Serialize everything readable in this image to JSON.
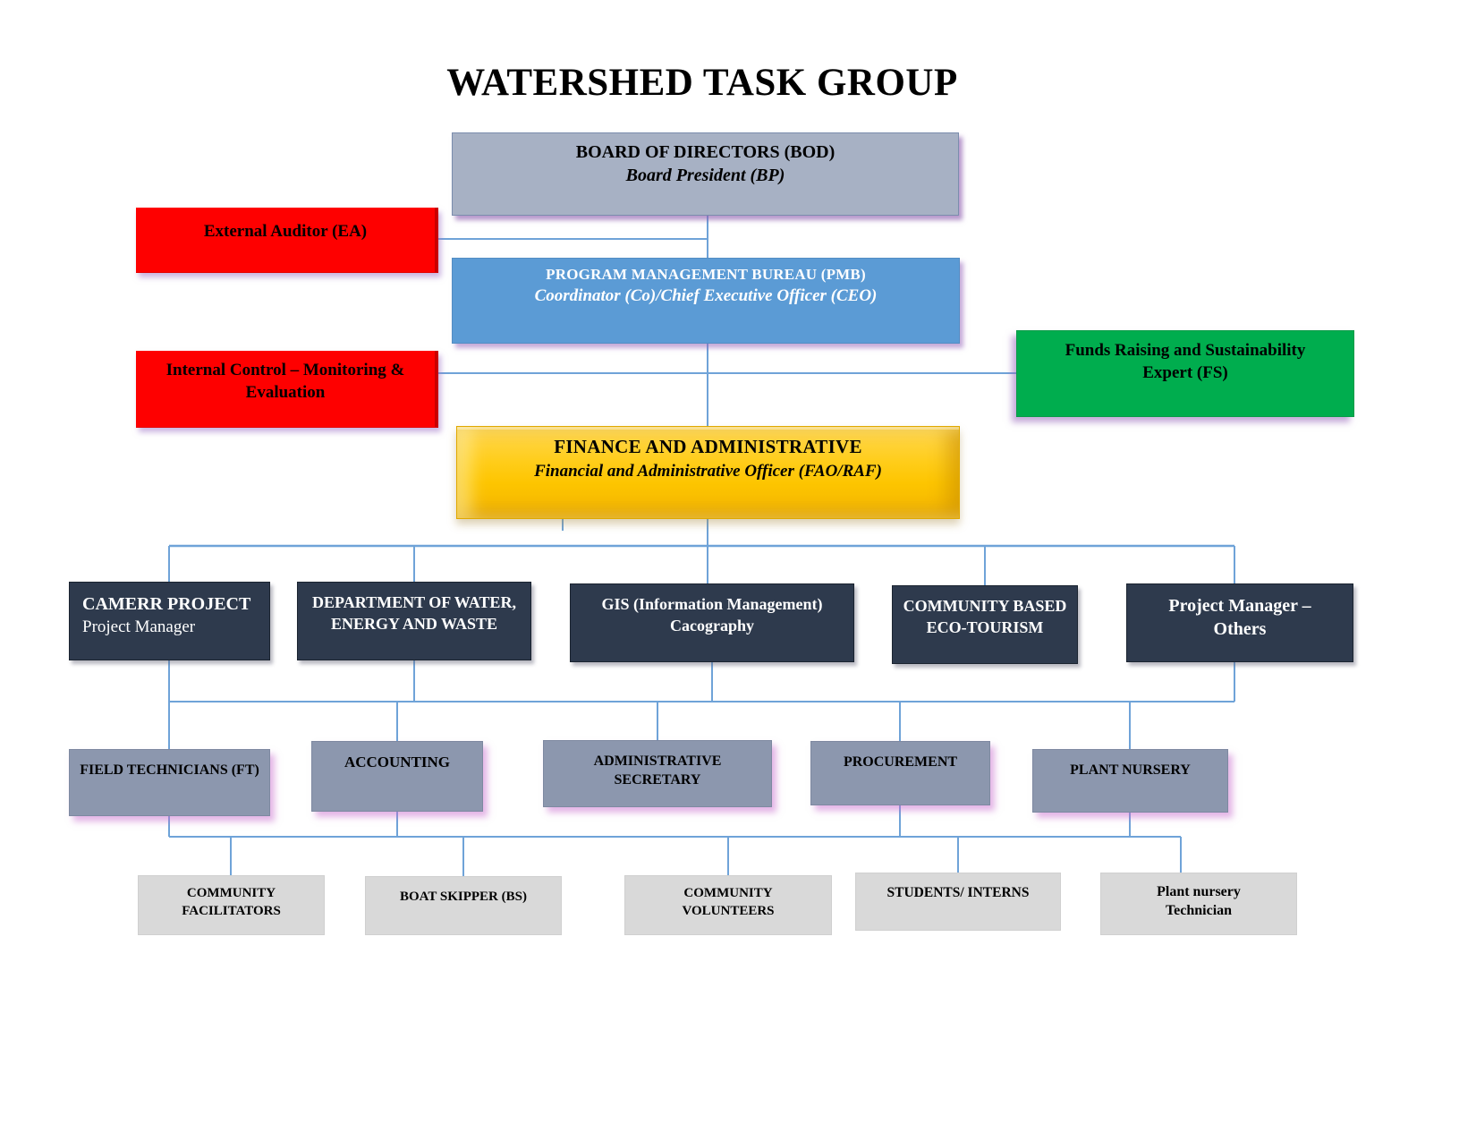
{
  "title": "WATERSHED TASK GROUP",
  "colors": {
    "connector": "#6fa3d8",
    "board_fill": "#a7b1c4",
    "red_fill": "#fe0000",
    "bureau_blue": "#5b9bd5",
    "funds_green": "#00ad4e",
    "finance_gold": "#fdc500",
    "department_navy": "#2e3a4d",
    "unit_slate": "#8c97ae",
    "staff_gray": "#d9d9d9",
    "shadow_purple": "#8f5faf"
  },
  "org": {
    "bod": {
      "line1": "BOARD OF DIRECTORS (BOD)",
      "line2": "Board President (BP)"
    },
    "ea": {
      "line1": "External Auditor (EA)"
    },
    "pmb": {
      "line1": "PROGRAM MANAGEMENT BUREAU (PMB)",
      "line2": "Coordinator (Co)/Chief Executive Officer (CEO)"
    },
    "ic": {
      "line1": "Internal Control – Monitoring &",
      "line2": "Evaluation"
    },
    "fs": {
      "line1": "Funds Raising and Sustainability",
      "line2": "Expert (FS)"
    },
    "fao": {
      "line1": "FINANCE AND ADMINISTRATIVE",
      "line2": "Financial and Administrative Officer (FAO/RAF)"
    },
    "camerr": {
      "line1": "CAMERR PROJECT",
      "line2": "Project Manager"
    },
    "dept": {
      "line1": "DEPARTMENT OF WATER,",
      "line2": "ENERGY AND WASTE"
    },
    "gis": {
      "line1": "GIS (Information Management)",
      "line2": "Cacography"
    },
    "cbet": {
      "line1": "COMMUNITY BASED",
      "line2": "ECO-TOURISM"
    },
    "pmo": {
      "line1": "Project Manager –",
      "line2": "Others"
    },
    "ft": {
      "line1": "FIELD TECHNICIANS (FT)"
    },
    "acc": {
      "line1": "ACCOUNTING"
    },
    "asec": {
      "line1": "ADMINISTRATIVE",
      "line2": "SECRETARY"
    },
    "proc": {
      "line1": "PROCUREMENT"
    },
    "pn": {
      "line1": "PLANT NURSERY"
    },
    "cf": {
      "line1": "COMMUNITY",
      "line2": "FACILITATORS"
    },
    "bs": {
      "line1": "BOAT SKIPPER (BS)"
    },
    "cv": {
      "line1": "COMMUNITY",
      "line2": "VOLUNTEERS"
    },
    "si": {
      "line1": "STUDENTS/ INTERNS"
    },
    "pnt": {
      "line1": "Plant nursery",
      "line2": "Technician"
    }
  }
}
